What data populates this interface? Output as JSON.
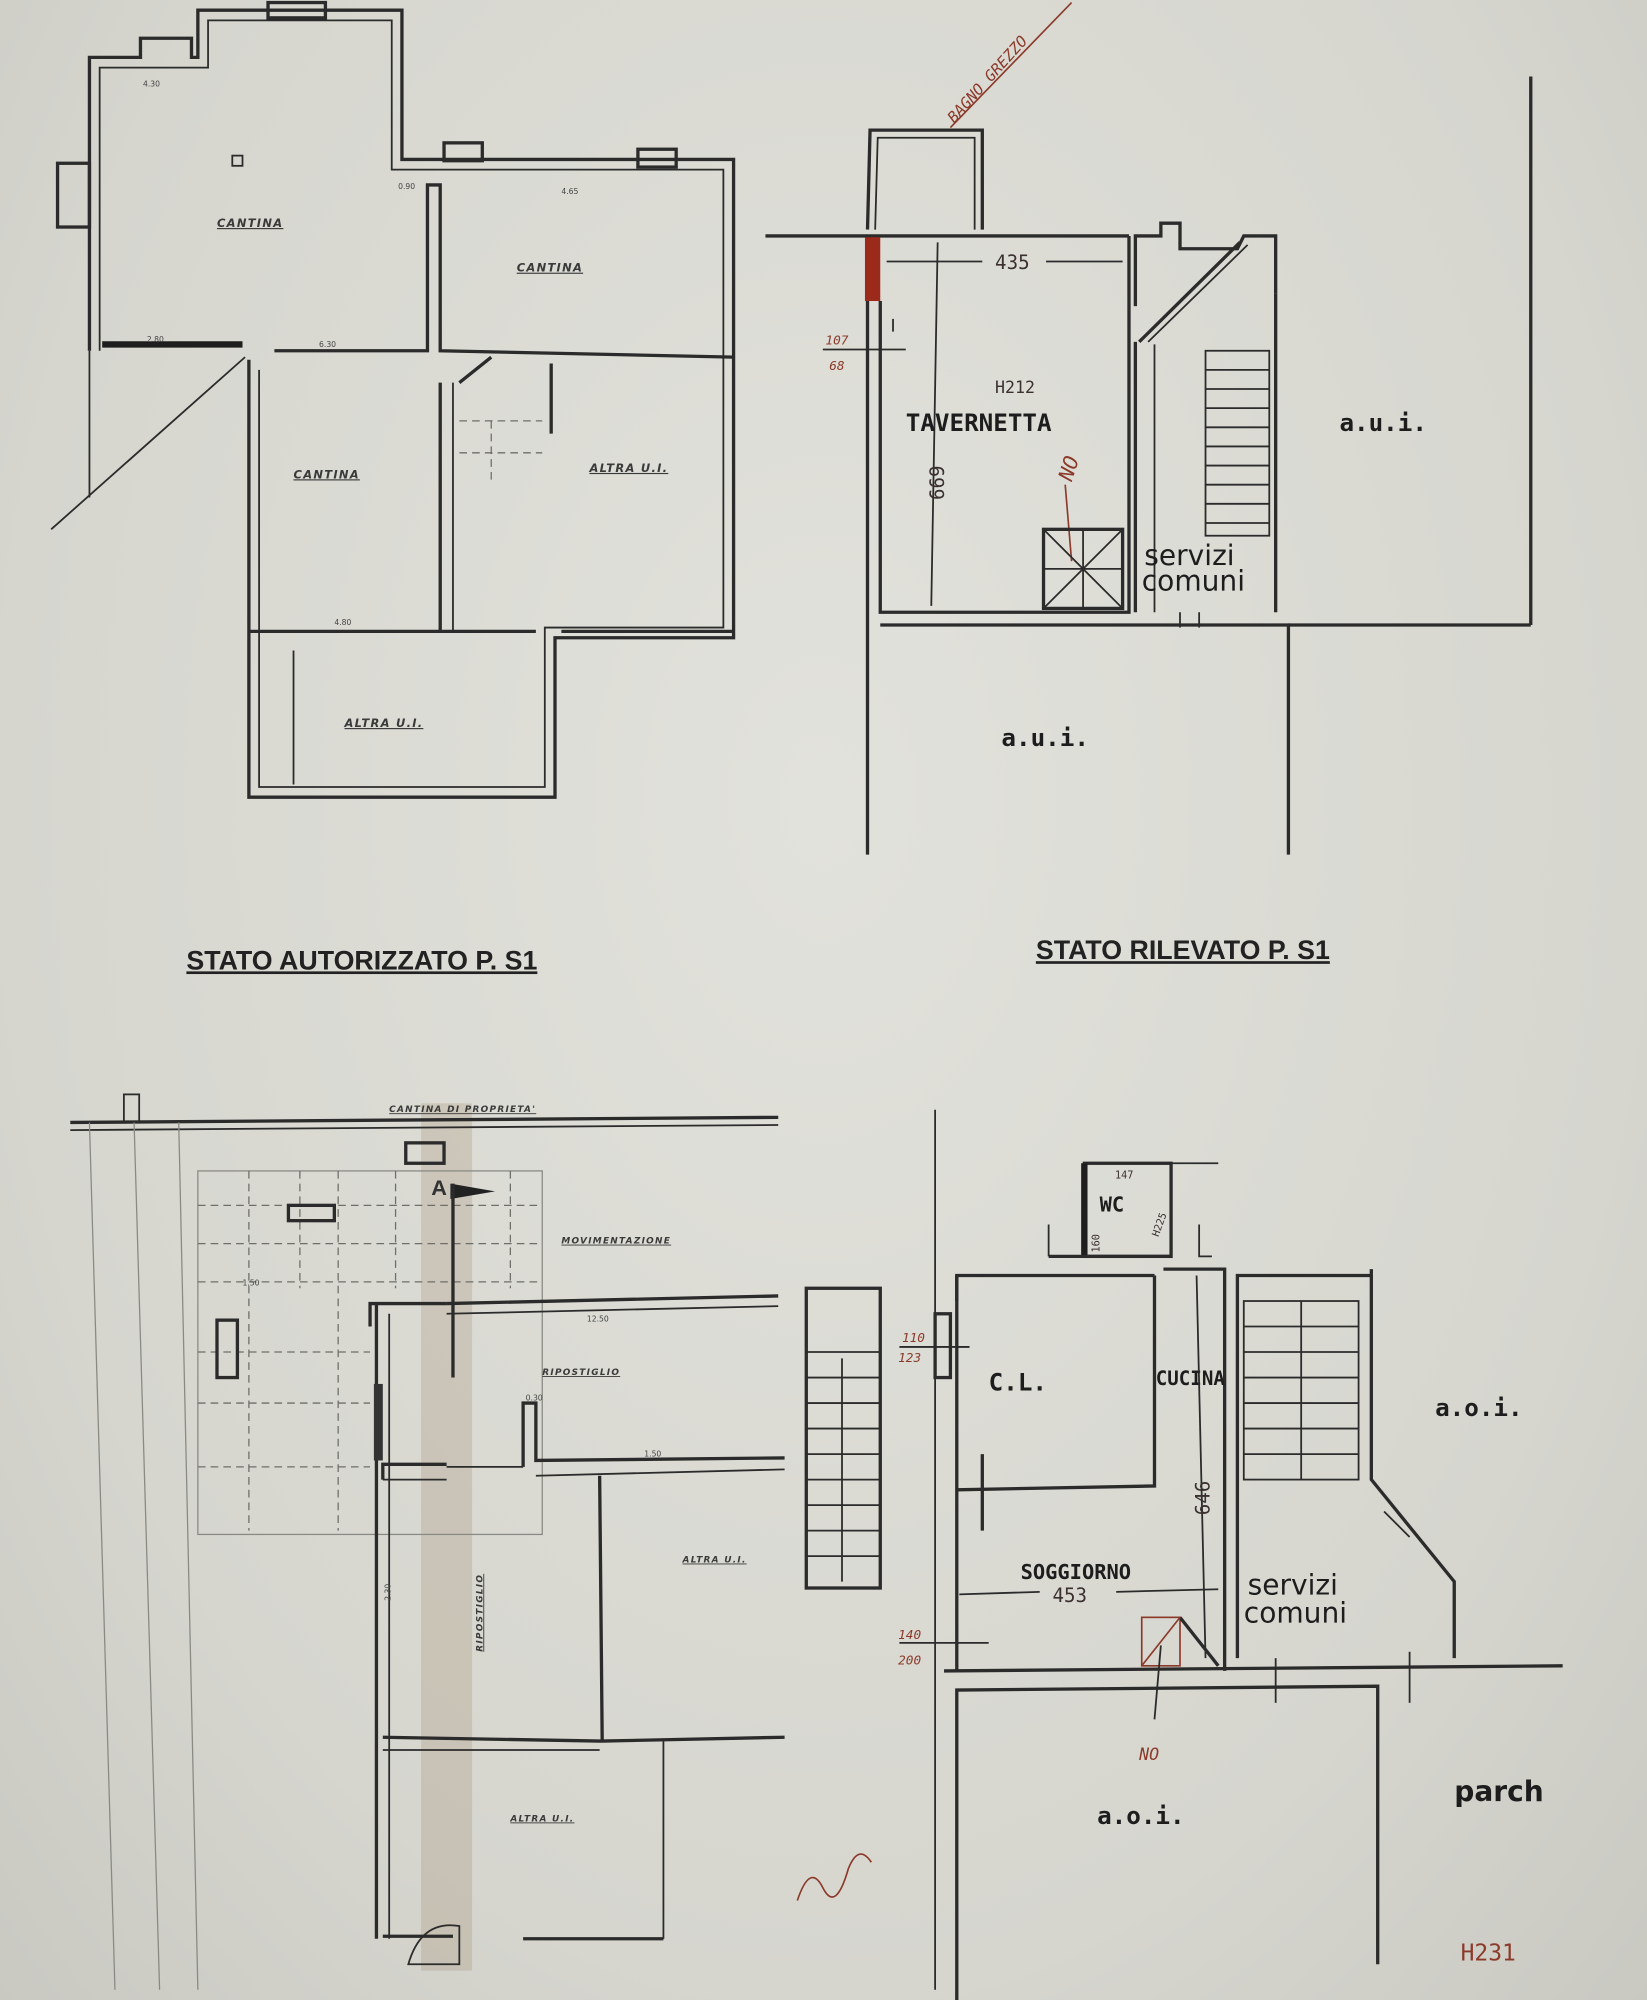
{
  "titles": {
    "authorized": "STATO AUTORIZZATO P. S1",
    "surveyed": "STATO RILEVATO P. S1"
  },
  "plan_authorized_top": {
    "rooms": [
      "CANTINA",
      "CANTINA",
      "CANTINA",
      "ALTRA U.I.",
      "ALTRA U.I."
    ],
    "dimensions": [
      "4.65",
      "6.30",
      "2.80",
      "0.90",
      "4.80",
      "4.30"
    ]
  },
  "plan_surveyed_top": {
    "annotation": "BAGNO GREZZO",
    "room": "TAVERNETTA",
    "height": "H212",
    "width_dim": "435",
    "length_dim": "669",
    "window_dim_top": "107",
    "window_dim_bottom": "68",
    "no_mark": "NO",
    "common_1": "servizi",
    "common_2": "comuni",
    "other_unit_right": "a.u.i.",
    "other_unit_bottom": "a.u.i."
  },
  "plan_authorized_bottom": {
    "boundary": "CANTINA DI PROPRIETA'",
    "marker": "A",
    "rooms": [
      "MOVIMENTAZIONE",
      "RIPOSTIGLIO",
      "ALTRA U.I.",
      "RIPOSTIGLIO",
      "ALTRA U.I."
    ],
    "dimensions": [
      "12.50",
      "1.50",
      "0.30",
      "2.30",
      "1.50"
    ]
  },
  "plan_surveyed_bottom": {
    "wc": "WC",
    "wc_width": "147",
    "wc_height": "H225",
    "wc_side": "160",
    "room_cl": "C.L.",
    "room_kitchen": "CUCINA",
    "room_living": "SOGGIORNO",
    "width_dim": "453",
    "length_dim": "646",
    "window1_top": "110",
    "window1_bottom": "123",
    "window2_top": "140",
    "window2_bottom": "200",
    "no_mark": "NO",
    "common_1": "servizi",
    "common_2": "comuni",
    "other_unit_right": "a.o.i.",
    "other_unit_bottom": "a.o.i.",
    "parking": "parch",
    "height_note": "H231"
  },
  "colors": {
    "paper": "#dcdcd6",
    "ink": "#2b2b2b",
    "red_ink": "#8b3a2a",
    "stain": "#a0866a"
  }
}
